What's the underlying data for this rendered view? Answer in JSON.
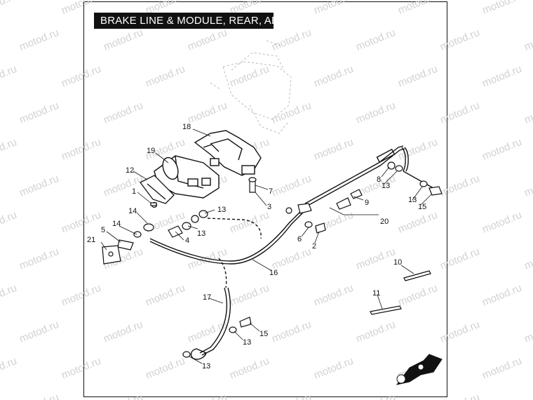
{
  "title": "BRAKE LINE & MODULE, REAR, ABS",
  "watermark": "motod.ru",
  "callouts": [
    "18",
    "19",
    "12",
    "1",
    "14",
    "13",
    "7",
    "3",
    "13",
    "4",
    "14",
    "5",
    "21",
    "8",
    "13",
    "13",
    "15",
    "9",
    "20",
    "6",
    "2",
    "16",
    "10",
    "11",
    "17",
    "15",
    "13",
    "13"
  ],
  "colors": {
    "line": "#111111",
    "background": "#ffffff",
    "watermark": "#d2d2d2"
  },
  "icons": [
    "front-direction-arrow-icon"
  ]
}
